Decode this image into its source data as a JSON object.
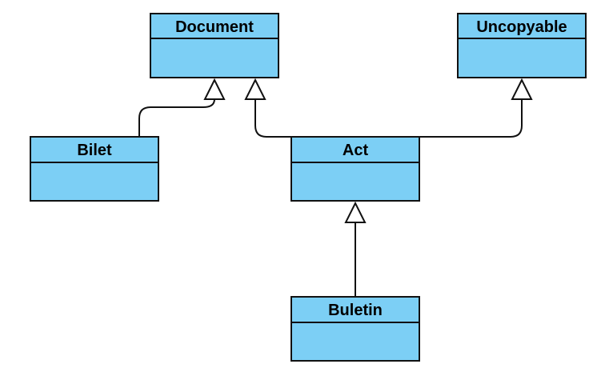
{
  "colors": {
    "class_fill": "#7ccff5",
    "stroke": "#111111",
    "arrow_fill": "#ffffff",
    "background": "#ffffff"
  },
  "classes": {
    "document": {
      "name": "Document"
    },
    "uncopyable": {
      "name": "Uncopyable"
    },
    "bilet": {
      "name": "Bilet"
    },
    "act": {
      "name": "Act"
    },
    "buletin": {
      "name": "Buletin"
    }
  },
  "relations": [
    {
      "type": "generalization",
      "from": "Bilet",
      "to": "Document"
    },
    {
      "type": "generalization",
      "from": "Act",
      "to": "Document"
    },
    {
      "type": "generalization",
      "from": "Act",
      "to": "Uncopyable"
    },
    {
      "type": "generalization",
      "from": "Buletin",
      "to": "Act"
    }
  ]
}
